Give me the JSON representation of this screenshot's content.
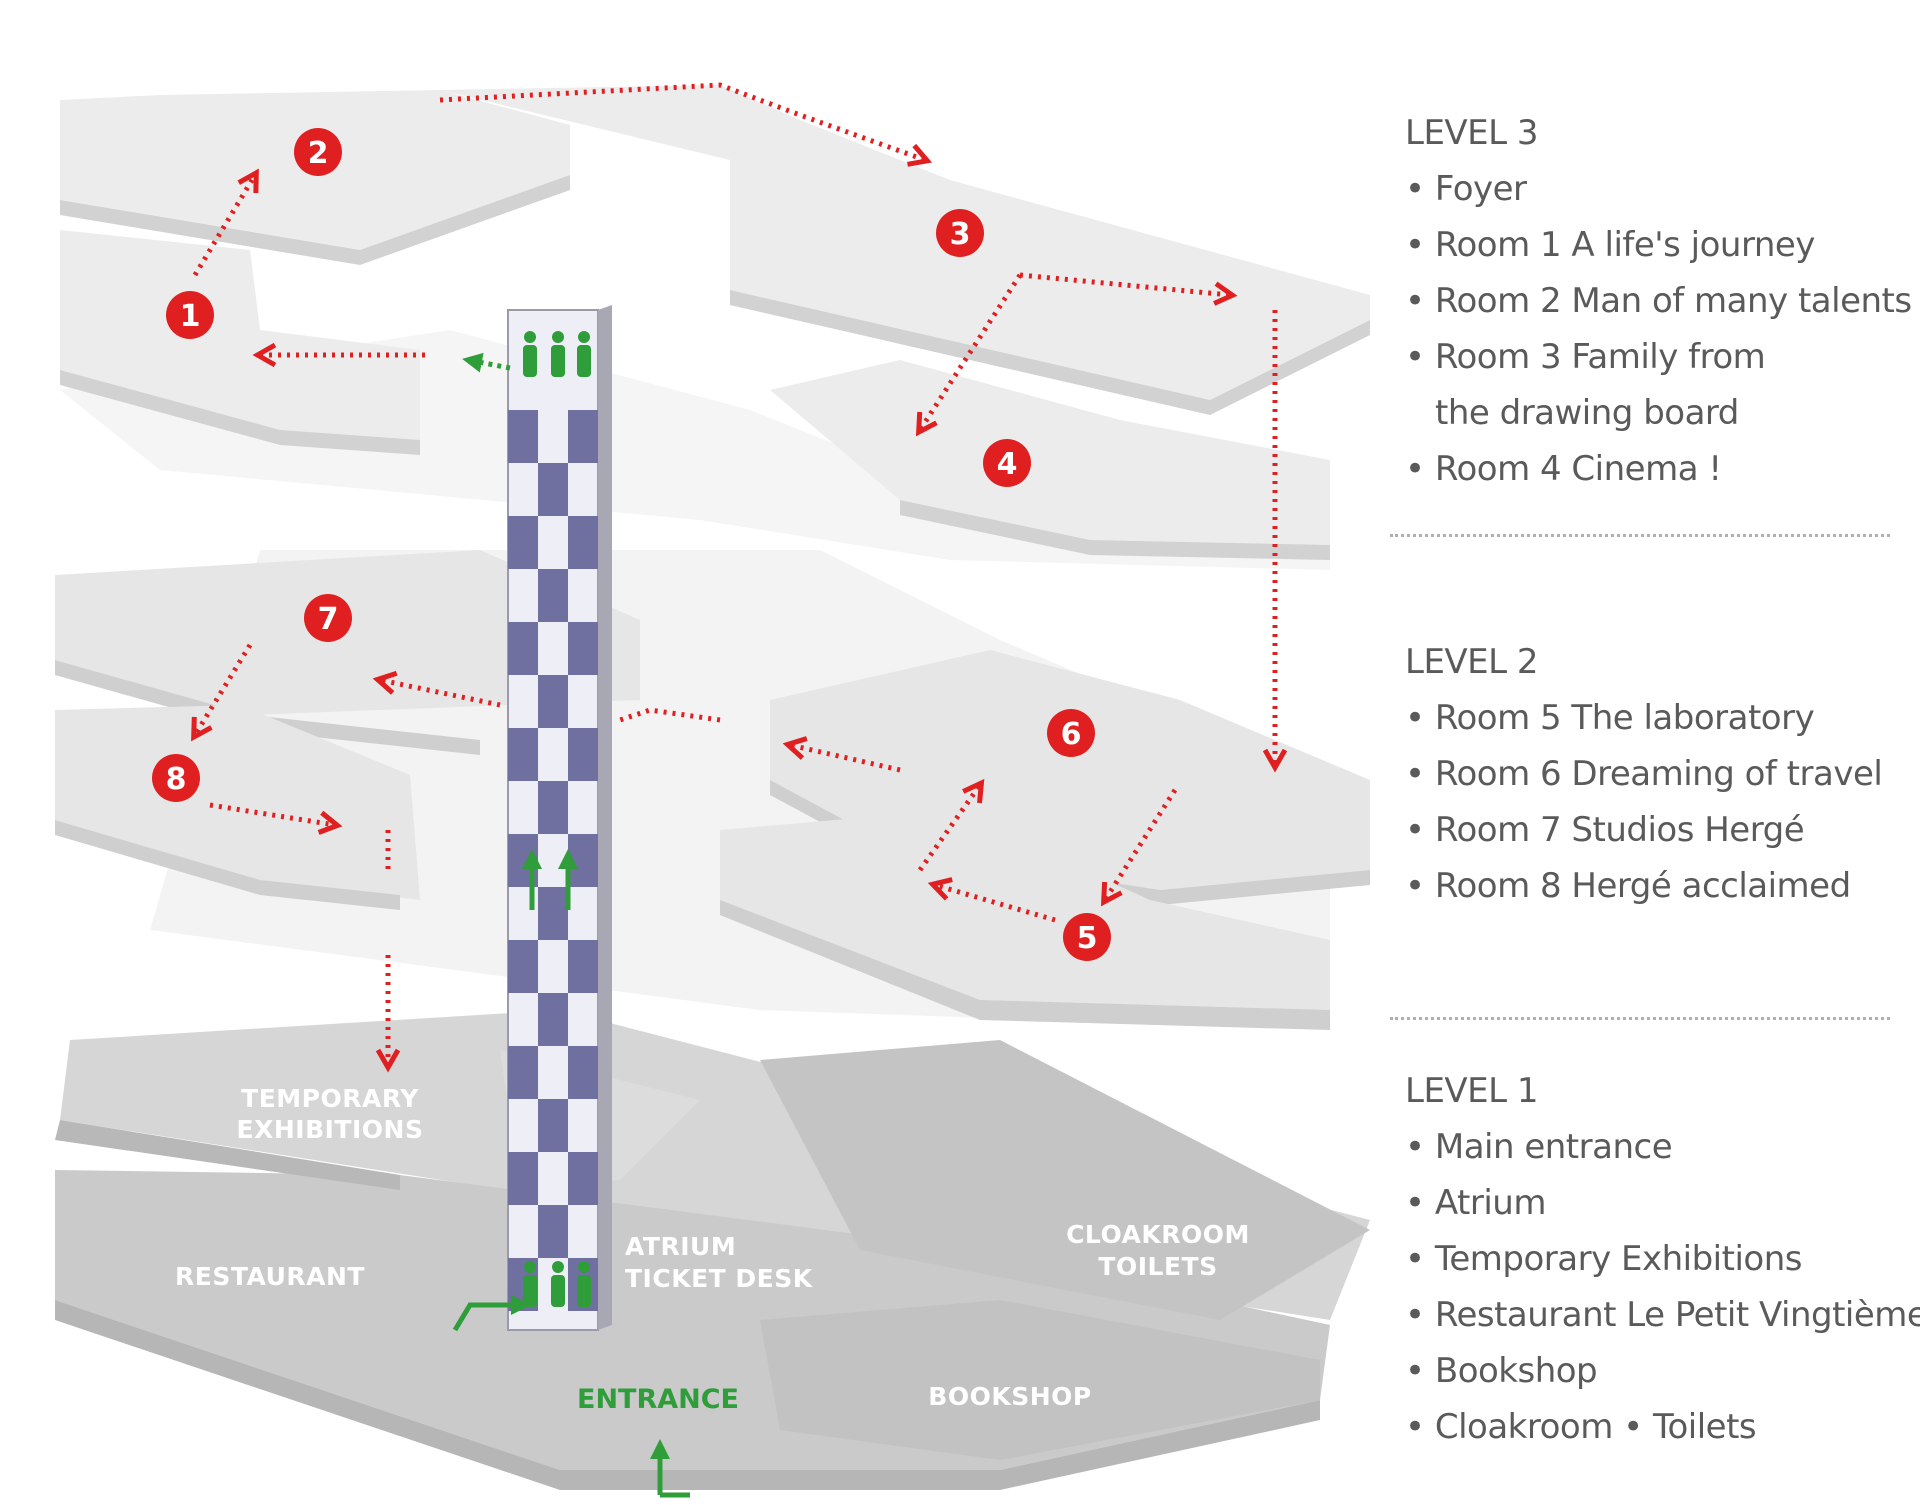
{
  "levels": [
    {
      "title": "LEVEL 3",
      "items": [
        "• Foyer",
        "• Room 1 A life's journey",
        "• Room 2 Man of many talents",
        "• Room 3 Family from",
        "the drawing board",
        "• Room 4 Cinema !"
      ]
    },
    {
      "title": "LEVEL 2",
      "items": [
        "• Room 5 The laboratory",
        "• Room 6 Dreaming of travel",
        "• Room 7 Studios Hergé",
        "• Room 8 Hergé acclaimed"
      ]
    },
    {
      "title": "LEVEL 1",
      "items": [
        "• Main entrance",
        "• Atrium",
        "• Temporary Exhibitions",
        "• Restaurant Le Petit Vingtième",
        "• Bookshop",
        "• Cloakroom • Toilets"
      ]
    }
  ],
  "map": {
    "room_markers": [
      "1",
      "2",
      "3",
      "4",
      "5",
      "6",
      "7",
      "8"
    ],
    "zones": {
      "temporary": [
        "TEMPORARY",
        "EXHIBITIONS"
      ],
      "restaurant": "RESTAURANT",
      "atrium": [
        "ATRIUM",
        "TICKET DESK"
      ],
      "cloakroom": [
        "CLOAKROOM",
        "TOILETS"
      ],
      "bookshop": "BOOKSHOP",
      "entrance": "ENTRANCE"
    }
  },
  "colors": {
    "route": "#e02020",
    "marker": "#e02020",
    "lift_access": "#2f9d39",
    "floor_level3": "#ececec",
    "floor_level1": "#cdcdcd",
    "lift_tile_dark": "#6f6fa0",
    "lift_tile_light": "#eeeef6"
  },
  "icons": [
    "person-icon",
    "lift-arrow-icon",
    "route-arrow-icon"
  ]
}
